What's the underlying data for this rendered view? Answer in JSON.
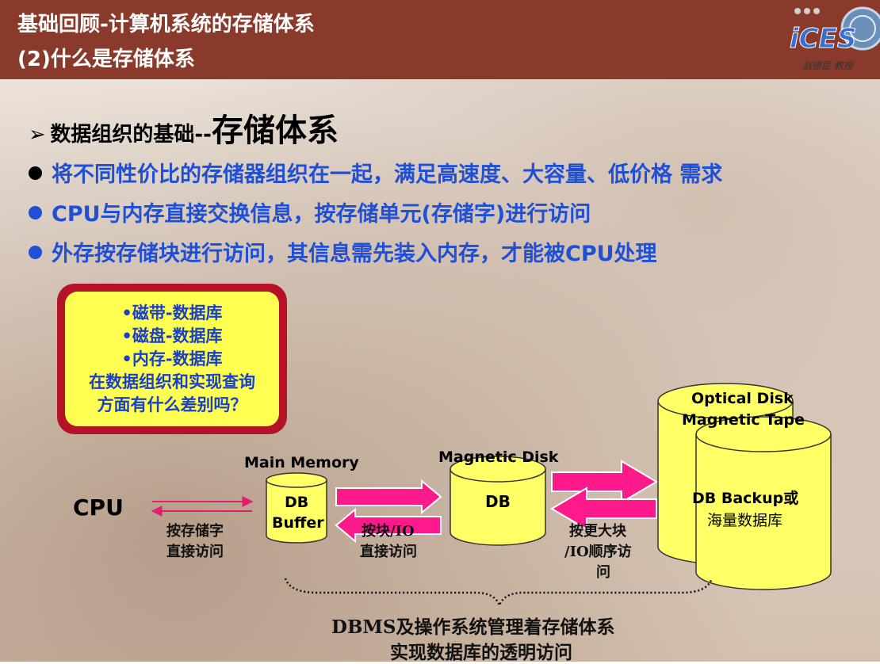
{
  "header": {
    "title_line1": "基础回顾-计算机系统的存储体系",
    "title_line2": "(2)什么是存储体系",
    "logo_text": "iCES",
    "logo_caption": "战德臣 教授"
  },
  "content": {
    "heading_marker": "➢",
    "heading_small": "数据组织的基础--",
    "heading_big": "存储体系",
    "bullets": [
      "将不同性价比的存储器组织在一起，满足高速度、大容量、低价格 需求",
      "CPU与内存直接交换信息，按存储单元(存储字)进行访问",
      "外存按存储块进行访问，其信息需先装入内存，才能被CPU处理"
    ]
  },
  "callout": {
    "lines": [
      "•磁带-数据库",
      "•磁盘-数据库",
      "•内存-数据库",
      "在数据组织和实现查询",
      "方面有什么差别吗？"
    ]
  },
  "diagram": {
    "cpu": "CPU",
    "main_memory_title": "Main  Memory",
    "db_buffer_line1": "DB",
    "db_buffer_line2": "Buffer",
    "magnetic_disk_title": "Magnetic  Disk",
    "disk_db": "DB",
    "optical_line1": "Optical  Disk",
    "optical_line2": "Magnetic Tape",
    "backup_line1": "DB  Backup或",
    "backup_line2": "海量数据库",
    "cpu_mem_label1": "按存储字",
    "cpu_mem_label2": "直接访问",
    "mem_disk_label1": "按块/IO",
    "mem_disk_label2": "直接访问",
    "disk_tape_label1": "按更大块",
    "disk_tape_label2": "/IO顺序访",
    "disk_tape_label3": "问",
    "dbms_line1": "DBMS及操作系统管理着存储体系",
    "dbms_line2": "实现数据库的透明访问"
  },
  "colors": {
    "header_bg": "#8a3a2b",
    "bullet_text": "#1f4fd4",
    "callout_border": "#b5122a",
    "callout_fill": "#ffff52",
    "cylinder_fill": "#ffff66",
    "arrow_magenta": "#ff1a8c"
  }
}
